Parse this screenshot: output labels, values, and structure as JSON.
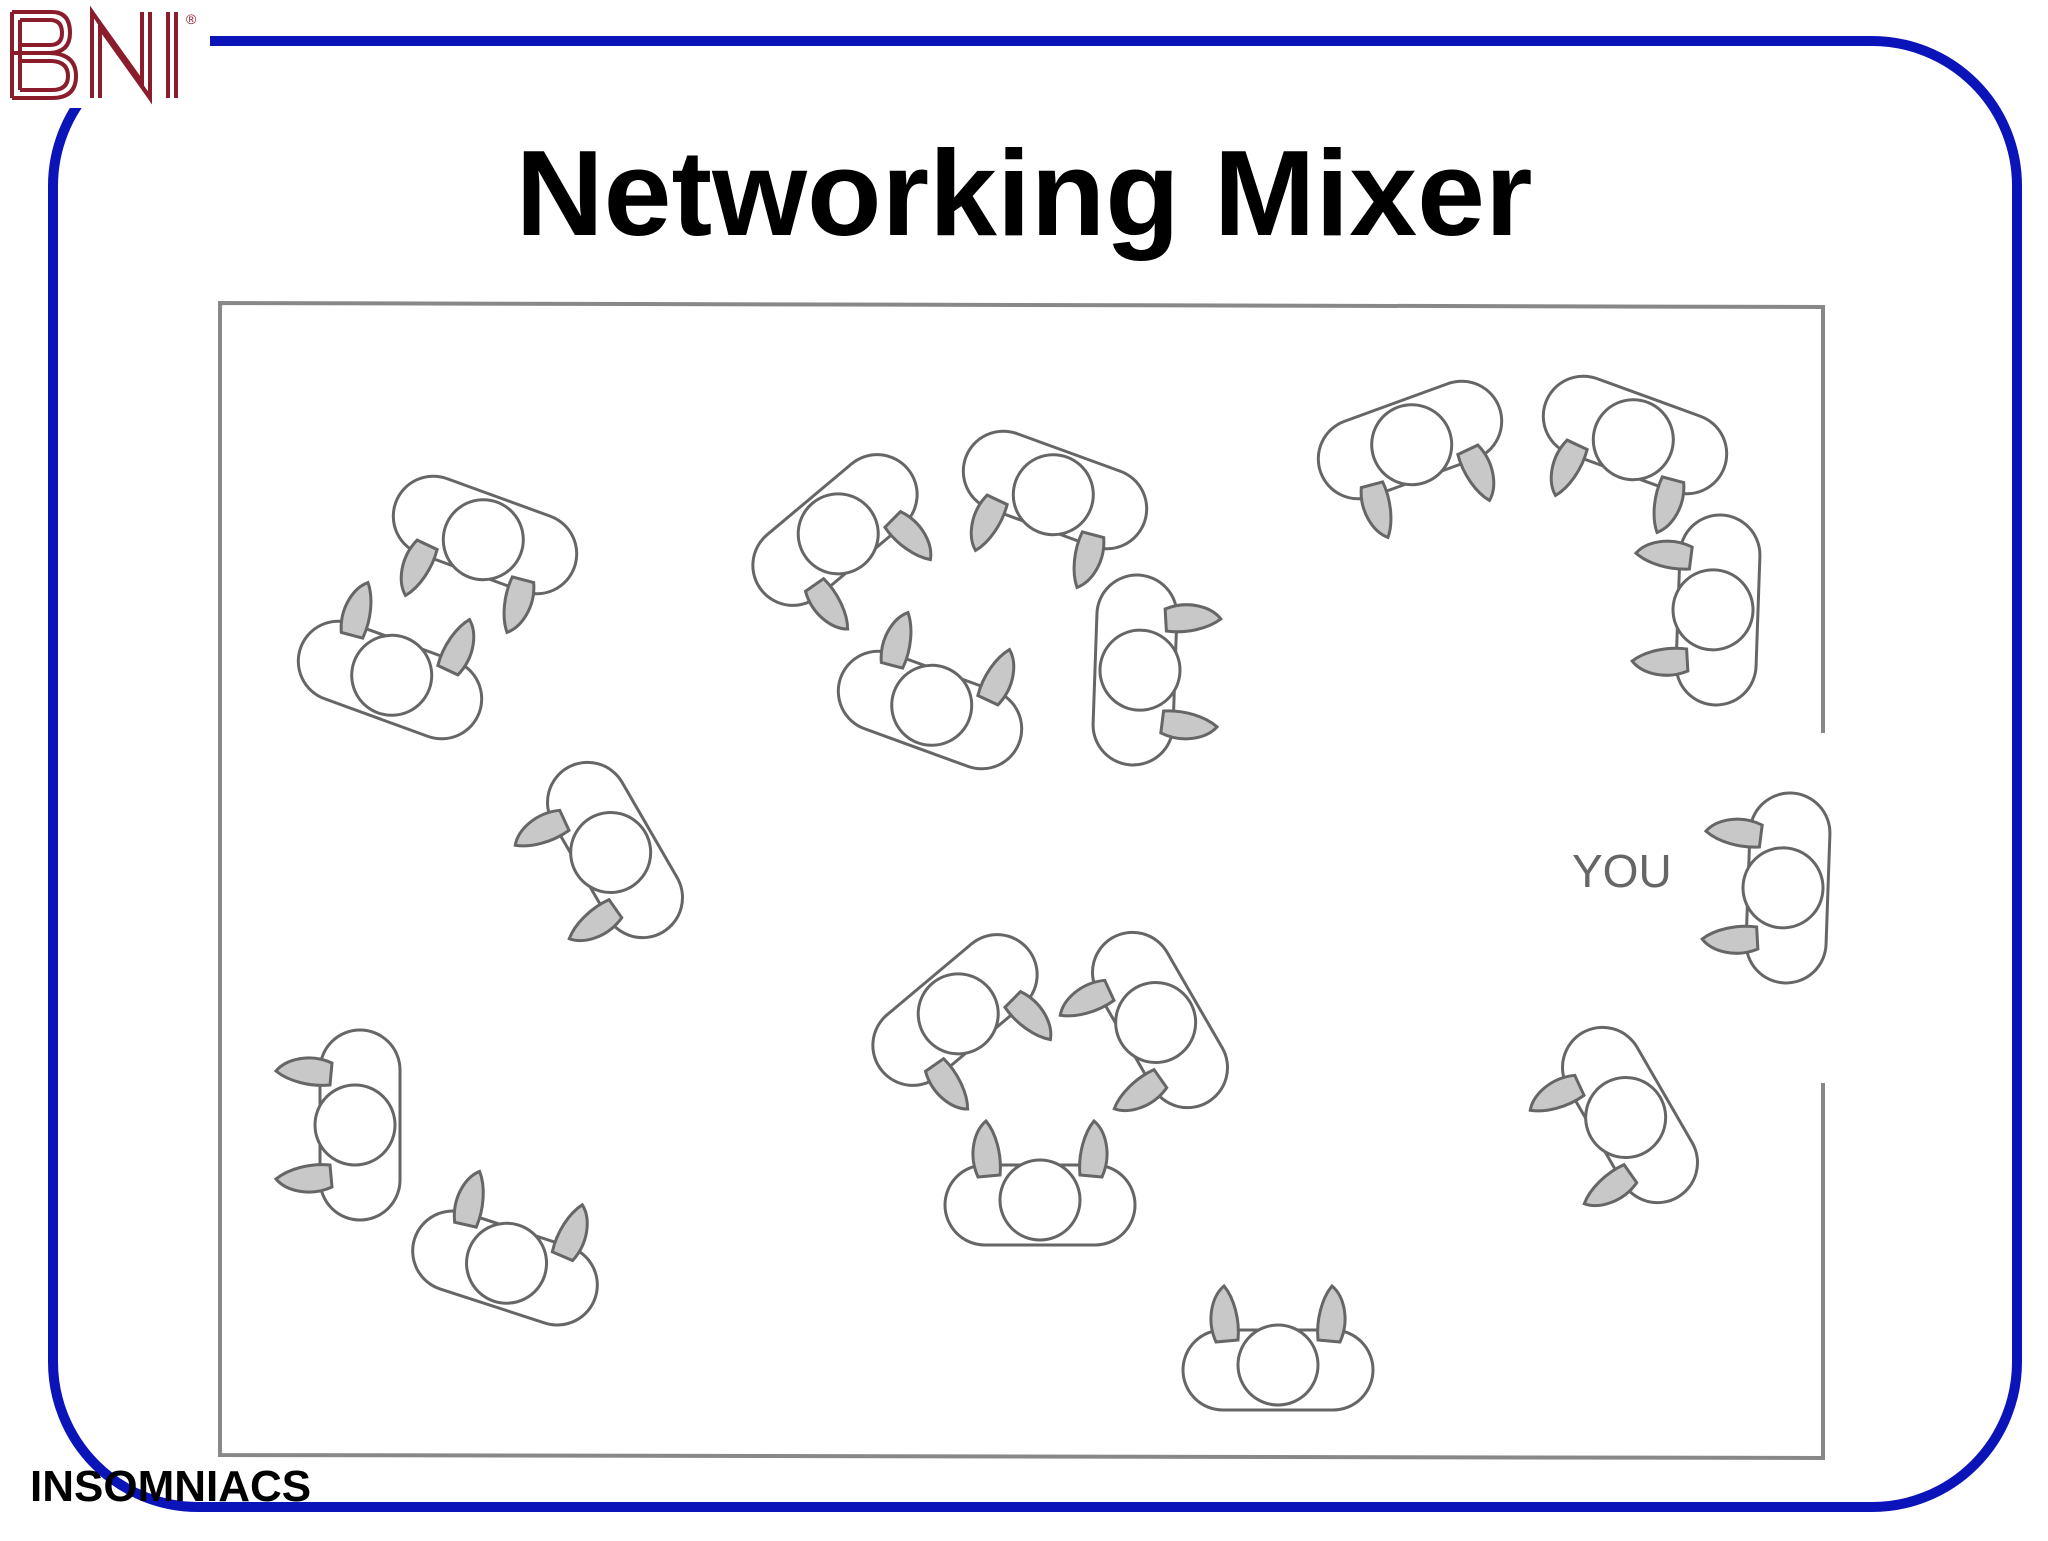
{
  "logo": {
    "text": "BNI",
    "mark": "®",
    "color": "#8b1c2c"
  },
  "title": "Networking Mixer",
  "footer": "INSOMNIACS",
  "diagram": {
    "you_label": "YOU"
  },
  "colors": {
    "frame": "#0a14b8",
    "outline": "#666666",
    "arm_fill": "#c8c8c8",
    "logo": "#8b1c2c"
  }
}
